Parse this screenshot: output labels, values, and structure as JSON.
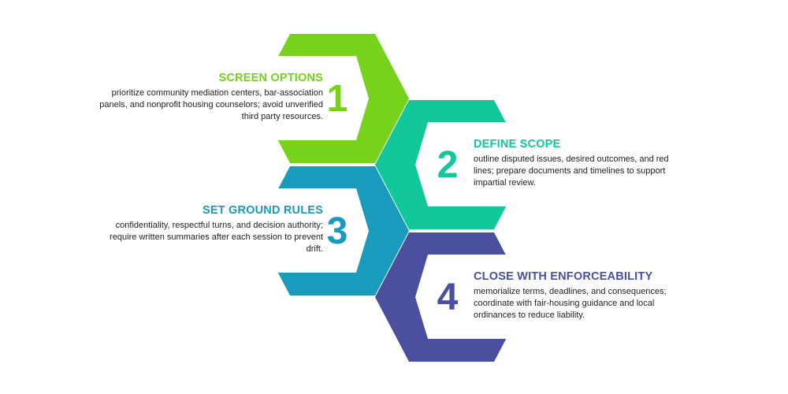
{
  "colors": {
    "step1": "#76d21a",
    "step2": "#12c79a",
    "step3": "#189bbc",
    "step4": "#4a4f9e"
  },
  "steps": [
    {
      "number": "1",
      "title": "SCREEN OPTIONS",
      "description": "prioritize community mediation centers, bar-association panels, and nonprofit housing counselors; avoid unverified third party resources."
    },
    {
      "number": "2",
      "title": "DEFINE SCOPE",
      "description": "outline disputed issues, desired outcomes, and red lines; prepare documents and timelines to support impartial review."
    },
    {
      "number": "3",
      "title": "SET GROUND RULES",
      "description": "confidentiality, respectful turns, and decision authority; require written summaries after each session to prevent drift."
    },
    {
      "number": "4",
      "title": "CLOSE WITH ENFORCEABILITY",
      "description": "memorialize terms, deadlines, and consequences; coordinate with fair-housing guidance and local ordinances to reduce liability."
    }
  ]
}
